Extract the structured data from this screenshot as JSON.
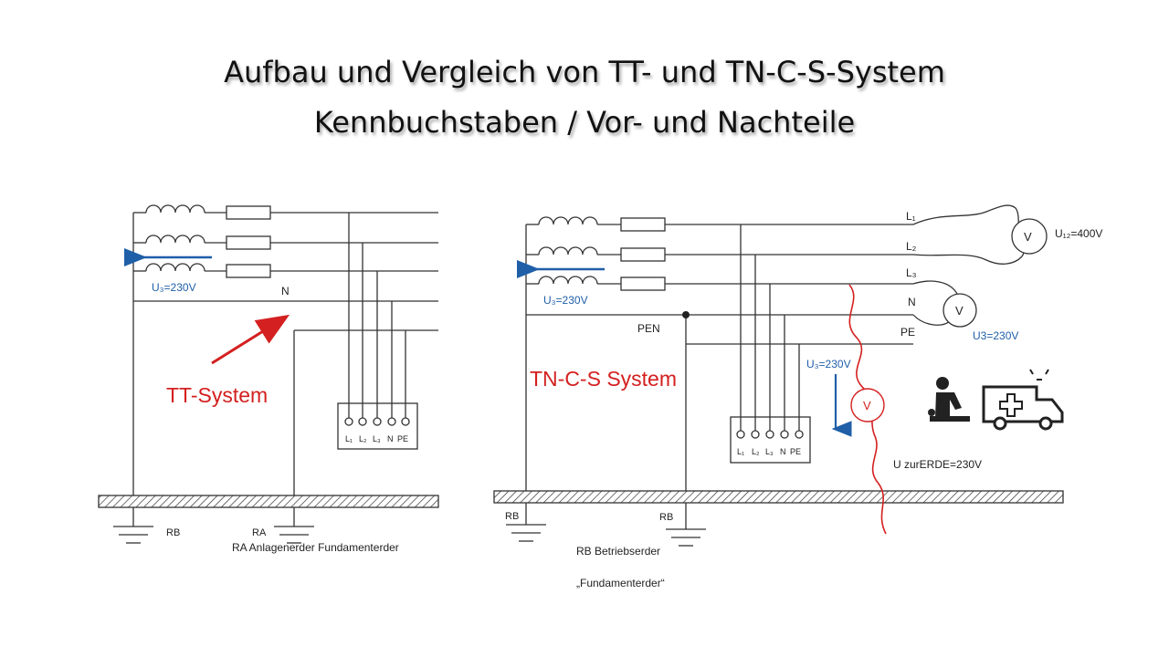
{
  "title": {
    "line1": "Aufbau und Vergleich von TT- und TN-C-S-System",
    "line2": "Kennbuchstaben / Vor- und Nachteile"
  },
  "colors": {
    "accent_red": "#d42020",
    "current_blue": "#1f5fa8",
    "line": "#333333"
  },
  "tt": {
    "system_label": "TT-System",
    "n_label": "N",
    "voltage": "U₃=230V",
    "terminals": [
      "L₁",
      "L₂",
      "L₃",
      "N",
      "PE"
    ],
    "rb": "RB",
    "ra": "RA",
    "ra_caption": "RA  Anlagenerder  Fundamenterder"
  },
  "tncs": {
    "system_label": "TN-C-S System",
    "lines": [
      "L₁",
      "L₂",
      "L₃",
      "N",
      "PE"
    ],
    "pen": "PEN",
    "voltage_left": "U₃=230V",
    "voltage_mid": "U₃=230V",
    "terminals": [
      "L₁",
      "L₂",
      "L₃",
      "N",
      "PE"
    ],
    "meter_symbol": "V",
    "u12": "U₁₂=400V",
    "u3": "U3=230V",
    "u_earth": "U zurERDE=230V",
    "rb_left": "RB",
    "rb_right": "RB",
    "rb_caption": "RB Betriebserder",
    "fundament": "„Fundamenterder“"
  },
  "icons": [
    "cpr-icon",
    "ambulance-icon"
  ]
}
